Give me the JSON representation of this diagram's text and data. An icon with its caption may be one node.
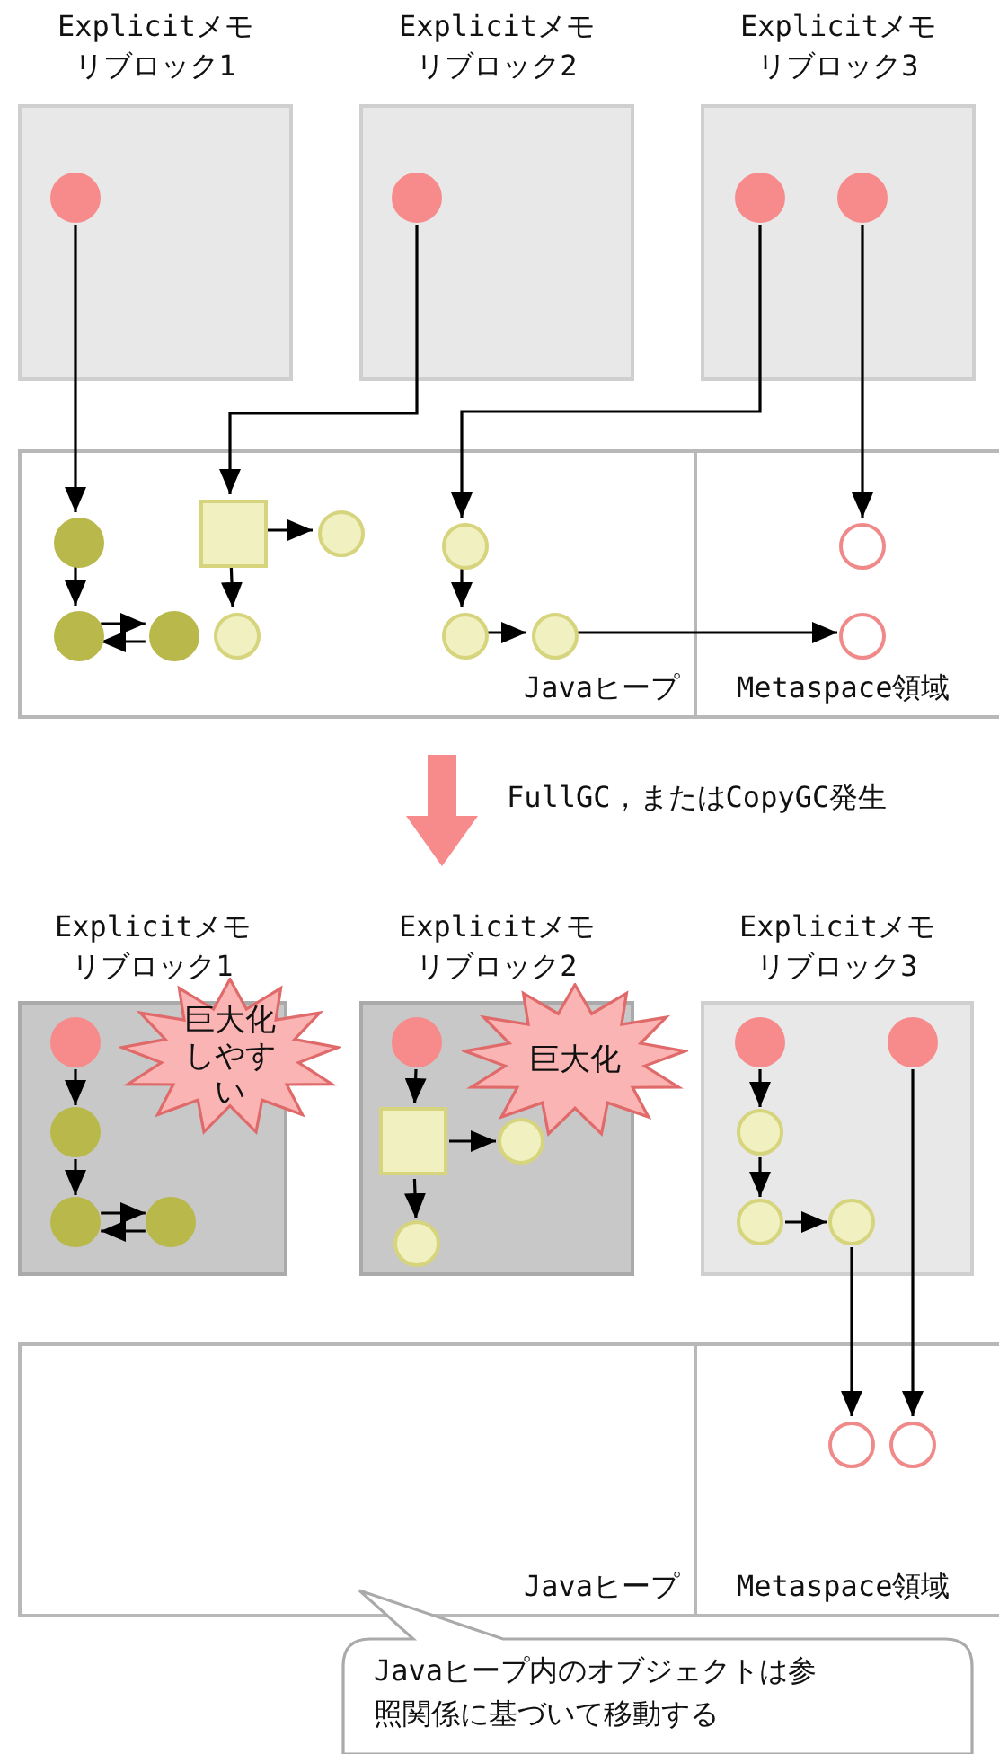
{
  "diagram": {
    "nodes": [
      {
        "text": [
          "Explicitメモリブロック1"
        ]
      },
      {
        "text": [
          "Explicitメモリブロック2"
        ]
      },
      {
        "text": [
          "Explicitメモリブロック3"
        ]
      },
      {
        "text": [
          "Javaヒープ"
        ]
      },
      {
        "text": [
          "Metaspace領域"
        ]
      },
      {
        "text": [],
        "shape": "circle",
        "in": 0
      },
      {
        "text": [],
        "shape": "circle",
        "in": 1
      },
      {
        "text": [],
        "shape": "circle",
        "in": 2
      },
      {
        "text": [],
        "shape": "circle",
        "in": 2
      },
      {
        "text": [],
        "shape": "circle",
        "in": 3
      },
      {
        "text": [],
        "shape": "circle",
        "in": 3
      },
      {
        "text": [],
        "shape": "circle",
        "in": 3
      },
      {
        "text": [],
        "shape": "box",
        "in": 3
      },
      {
        "text": [],
        "shape": "circle",
        "in": 3
      },
      {
        "text": [],
        "shape": "circle",
        "in": 3
      },
      {
        "text": [],
        "shape": "circle",
        "in": 3
      },
      {
        "text": [],
        "shape": "circle",
        "in": 3
      },
      {
        "text": [],
        "shape": "circle",
        "in": 3
      },
      {
        "text": [],
        "shape": "circle",
        "in": 4
      },
      {
        "text": [],
        "shape": "circle",
        "in": 4
      },
      {
        "text": [
          "Explicitメモリブロック1"
        ]
      },
      {
        "text": [
          "Explicitメモリブロック2"
        ]
      },
      {
        "text": [
          "Explicitメモリブロック3"
        ]
      },
      {
        "text": [
          "Javaヒープ"
        ]
      },
      {
        "text": [
          "Metaspace領域"
        ]
      },
      {
        "text": [
          "巨大化しやすい"
        ]
      },
      {
        "text": [
          "巨大化"
        ]
      },
      {
        "text": [],
        "shape": "circle",
        "in": 20
      },
      {
        "text": [],
        "shape": "circle",
        "in": 20
      },
      {
        "text": [],
        "shape": "circle",
        "in": 20
      },
      {
        "text": [],
        "shape": "circle",
        "in": 20
      },
      {
        "text": [],
        "shape": "circle",
        "in": 21
      },
      {
        "text": [],
        "shape": "box",
        "in": 21
      },
      {
        "text": [],
        "shape": "circle",
        "in": 21
      },
      {
        "text": [],
        "shape": "circle",
        "in": 21
      },
      {
        "text": [],
        "shape": "circle",
        "in": 22
      },
      {
        "text": [],
        "shape": "circle",
        "in": 22
      },
      {
        "text": [],
        "shape": "circle",
        "in": 22
      },
      {
        "text": [],
        "shape": "circle",
        "in": 22
      },
      {
        "text": [],
        "shape": "circle",
        "in": 22
      },
      {
        "text": [],
        "shape": "circle",
        "in": 24
      },
      {
        "text": [],
        "shape": "circle",
        "in": 24
      },
      {
        "text": [
          "Javaヒープ内のオブジェクトは参照関係に基づいて移動する"
        ]
      }
    ],
    "edges": [
      {
        "from": 5,
        "to": 9,
        "arrow": "to"
      },
      {
        "from": 6,
        "to": 12,
        "arrow": "to"
      },
      {
        "from": 7,
        "to": 15,
        "arrow": "to"
      },
      {
        "from": 8,
        "to": 18,
        "arrow": "to"
      },
      {
        "from": 9,
        "to": 10,
        "arrow": "to"
      },
      {
        "from": 10,
        "to": 11,
        "arrow": "to"
      },
      {
        "from": 11,
        "to": 10,
        "arrow": "to"
      },
      {
        "from": 12,
        "to": 13,
        "arrow": "to"
      },
      {
        "from": 12,
        "to": 14,
        "arrow": "to"
      },
      {
        "from": 15,
        "to": 16,
        "arrow": "to"
      },
      {
        "from": 16,
        "to": 17,
        "arrow": "to"
      },
      {
        "from": 17,
        "to": 19,
        "arrow": "to"
      },
      {
        "from": 27,
        "to": 28,
        "arrow": "to"
      },
      {
        "from": 28,
        "to": 29,
        "arrow": "to"
      },
      {
        "from": 29,
        "to": 30,
        "arrow": "to"
      },
      {
        "from": 30,
        "to": 29,
        "arrow": "to"
      },
      {
        "from": 31,
        "to": 32,
        "arrow": "to"
      },
      {
        "from": 32,
        "to": 33,
        "arrow": "to"
      },
      {
        "from": 32,
        "to": 34,
        "arrow": "to"
      },
      {
        "from": 35,
        "to": 37,
        "arrow": "to"
      },
      {
        "from": 37,
        "to": 38,
        "arrow": "to"
      },
      {
        "from": 38,
        "to": 39,
        "arrow": "to"
      },
      {
        "from": 39,
        "to": 40,
        "arrow": "to"
      },
      {
        "from": 36,
        "to": 41,
        "arrow": "to"
      }
    ],
    "labels": [
      "FullGC，またはCopyGC発生"
    ]
  }
}
